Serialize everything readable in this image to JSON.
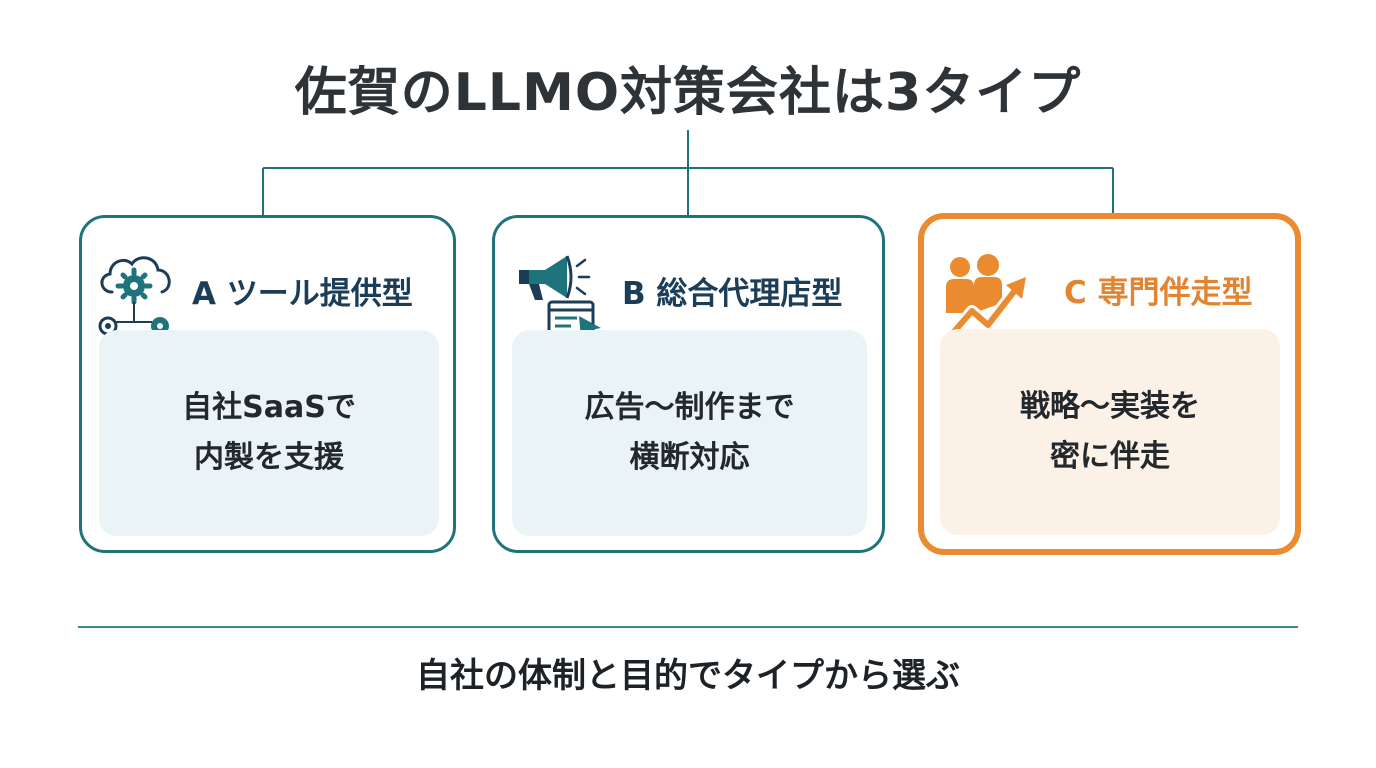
{
  "title": "佐賀のLLMO対策会社は3タイプ",
  "cards": [
    {
      "label": "A ツール提供型",
      "desc_line1": "自社SaaSで",
      "desc_line2": "内製を支援",
      "icon": "cloud-gears-icon"
    },
    {
      "label": "B 総合代理店型",
      "desc_line1": "広告～制作まで",
      "desc_line2": "横断対応",
      "icon": "megaphone-browser-icon"
    },
    {
      "label": "C 専門伴走型",
      "desc_line1": "戦略～実装を",
      "desc_line2": "密に伴走",
      "icon": "people-growth-icon"
    }
  ],
  "footer": "自社の体制と目的でタイプから選ぶ",
  "colors": {
    "teal": "#1f737b",
    "orange": "#ea8b2f",
    "navy": "#1c3d57"
  }
}
